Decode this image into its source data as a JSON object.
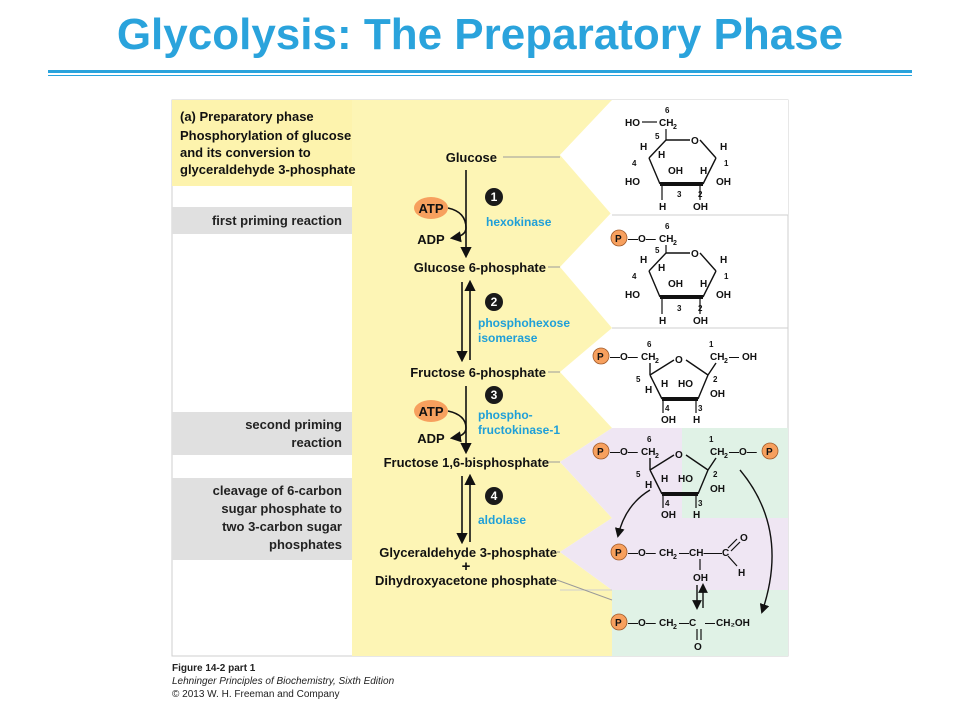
{
  "title": "Glycolysis: The Preparatory Phase",
  "header": {
    "line1": "(a)  Preparatory phase",
    "line2": "Phosphorylation of glucose",
    "line3": "and its conversion to",
    "line4": "glyceraldehyde 3-phosphate"
  },
  "side_labels": {
    "first_priming": "first priming reaction",
    "second_priming_1": "second priming",
    "second_priming_2": "reaction",
    "cleavage_1": "cleavage of 6-carbon",
    "cleavage_2": "sugar phosphate to",
    "cleavage_3": "two 3-carbon sugar",
    "cleavage_4": "phosphates"
  },
  "metabolites": {
    "glucose": "Glucose",
    "g6p": "Glucose 6-phosphate",
    "f6p": "Fructose 6-phosphate",
    "f16bp": "Fructose 1,6-bisphosphate",
    "gap": "Glyceraldehyde 3-phosphate",
    "plus": "+",
    "dhap": "Dihydroxyacetone phosphate"
  },
  "cofactors": {
    "atp": "ATP",
    "adp": "ADP"
  },
  "steps": {
    "s1": "1",
    "s2": "2",
    "s3": "3",
    "s4": "4"
  },
  "enzymes": {
    "hexokinase": "hexokinase",
    "phi_1": "phosphohexose",
    "phi_2": "isomerase",
    "pfk_1": "phospho-",
    "pfk_2": "fructokinase-1",
    "aldolase": "aldolase"
  },
  "structure_labels": {
    "HO": "HO",
    "OH": "OH",
    "H": "H",
    "O": "O",
    "P": "P",
    "CH2": "CH",
    "sub2": "2",
    "CH2OH": "CH₂OH",
    "n1": "1",
    "n2": "2",
    "n3": "3",
    "n4": "4",
    "n5": "5",
    "n6": "6",
    "bond_PO": "—O—",
    "bond_CH": "—CH—",
    "bond_C": "—C",
    "bond_dash": "—"
  },
  "caption": {
    "line1": "Figure 14-2 part 1",
    "line2": "Lehninger Principles of Biochemistry, Sixth Edition",
    "line3": "© 2013 W. H. Freeman and Company"
  },
  "colors": {
    "title": "#2aa3dc",
    "panel_yellow": "#fdf5b5",
    "header_yellow": "#fdf3ad",
    "side_gray": "#e0e0e0",
    "atp_orange": "#f7a05e",
    "enzyme_blue": "#1f9fd8",
    "purple_bg": "#efe6f3",
    "green_bg": "#e0f2e6",
    "p_circle": "#f7a05e"
  }
}
